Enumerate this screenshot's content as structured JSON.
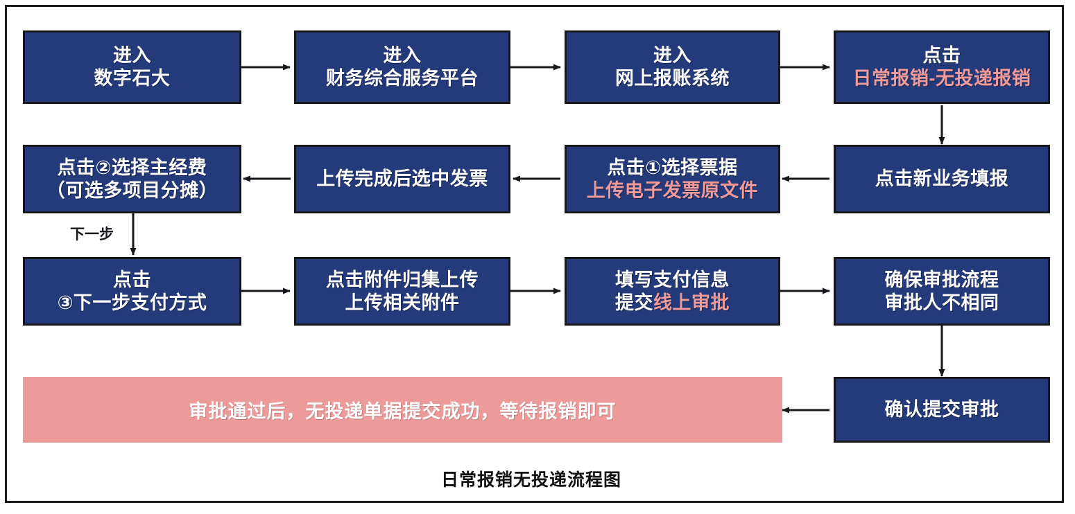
{
  "diagram": {
    "caption": "日常报销无投递流程图",
    "edge_labels": {
      "next_step": "下一步"
    },
    "colors": {
      "node_fill": "#243a7a",
      "node_border": "#17171c",
      "node_text": "#ffffff",
      "accent_text": "#f09a9a",
      "banner_fill": "#ed9a9a",
      "banner_text": "#ffffff",
      "frame_border": "#17171c",
      "background": "#ffffff"
    },
    "nodes": {
      "n1": {
        "line1": "进入",
        "line2": "数字石大"
      },
      "n2": {
        "line1": "进入",
        "line2": "财务综合服务平台"
      },
      "n3": {
        "line1": "进入",
        "line2": "网上报账系统"
      },
      "n4": {
        "line1": "点击",
        "line2": "日常报销-无投递报销"
      },
      "n5": {
        "line1": "点击新业务填报"
      },
      "n6": {
        "line1": "点击①选择票据",
        "line2": "上传电子发票原文件"
      },
      "n7": {
        "line1": "上传完成后选中发票"
      },
      "n8": {
        "line1": "点击②选择主经费",
        "line2": "（可选多项目分摊）"
      },
      "n9": {
        "line1": "点击",
        "line2": "③下一步支付方式"
      },
      "n10": {
        "line1": "点击附件归集上传",
        "line2": "上传相关附件"
      },
      "n11": {
        "line1": "填写支付信息",
        "line2a": "提交",
        "line2b": "线上审批"
      },
      "n12": {
        "line1": "确保审批流程",
        "line2": "审批人不相同"
      },
      "n13": {
        "line1": "确认提交审批"
      },
      "n14": {
        "line1": "审批通过后，无投递单据提交成功，等待报销即可"
      }
    }
  }
}
